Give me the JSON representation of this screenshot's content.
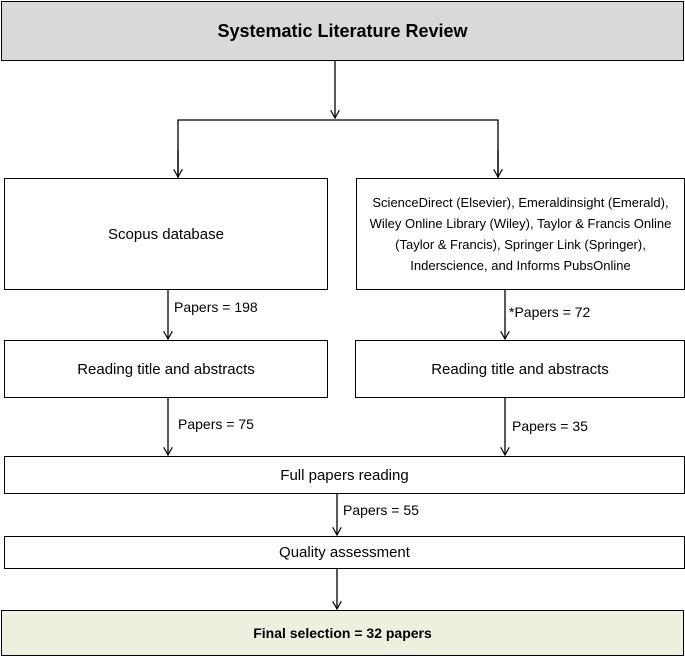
{
  "title": "Systematic Literature Review",
  "left": {
    "source": "Scopus database",
    "papers_after_search": "Papers = 198",
    "screening": "Reading title and abstracts",
    "papers_after_screening": "Papers = 75"
  },
  "right": {
    "source": "ScienceDirect (Elsevier), Emeraldinsight (Emerald), Wiley Online Library (Wiley), Taylor & Francis Online (Taylor & Francis), Springer Link (Springer), Inderscience, and Informs PubsOnline",
    "papers_after_search": "*Papers = 72",
    "screening": "Reading title and abstracts",
    "papers_after_screening": "Papers = 35"
  },
  "full_reading": "Full papers reading",
  "papers_after_full_reading": "Papers = 55",
  "quality": "Quality assessment",
  "final": "Final selection = 32 papers"
}
